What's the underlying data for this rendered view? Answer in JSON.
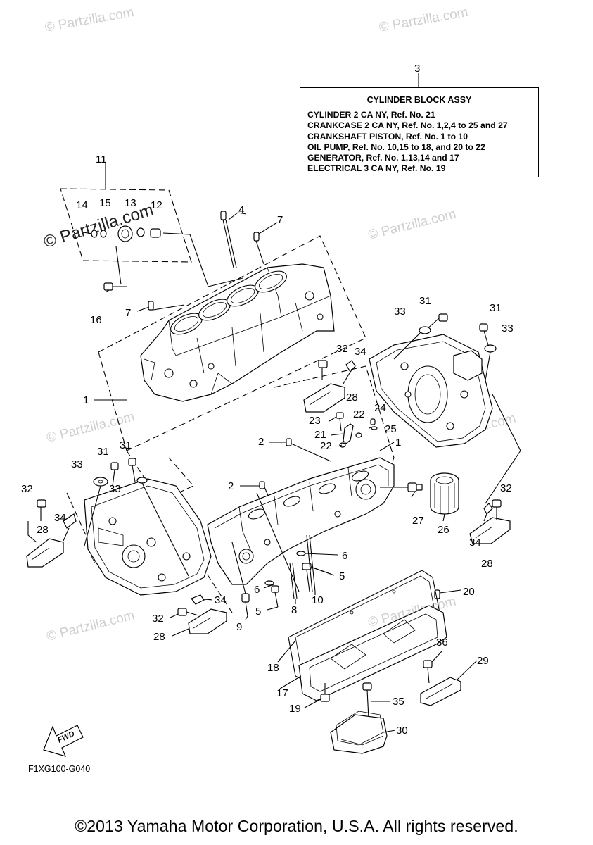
{
  "legend": {
    "ref": "3",
    "title": "CYLINDER BLOCK ASSY",
    "lines": [
      "CYLINDER 2 CA NY,  Ref. No. 21",
      "CRANKCASE 2 CA NY,  Ref. No. 1,2,4 to 25 and 27",
      "CRANKSHAFT PISTON, Ref. No. 1 to 10",
      "OIL PUMP,  Ref. No. 10,15 to 18, and 20 to 22",
      "GENERATOR, Ref. No. 1,13,14 and 17",
      "ELECTRICAL 3 CA NY, Ref. No. 19"
    ]
  },
  "callouts": [
    {
      "id": "c3",
      "text": "3"
    },
    {
      "id": "c11",
      "text": "11"
    },
    {
      "id": "c14",
      "text": "14"
    },
    {
      "id": "c15",
      "text": "15"
    },
    {
      "id": "c13",
      "text": "13"
    },
    {
      "id": "c12",
      "text": "12"
    },
    {
      "id": "c4",
      "text": "4"
    },
    {
      "id": "c7a",
      "text": "7"
    },
    {
      "id": "c7b",
      "text": "7"
    },
    {
      "id": "c16",
      "text": "16"
    },
    {
      "id": "c1a",
      "text": "1"
    },
    {
      "id": "c1b",
      "text": "1"
    },
    {
      "id": "c33a",
      "text": "33"
    },
    {
      "id": "c31a",
      "text": "31"
    },
    {
      "id": "c31b",
      "text": "31"
    },
    {
      "id": "c33b",
      "text": "33"
    },
    {
      "id": "c32a",
      "text": "32"
    },
    {
      "id": "c34a",
      "text": "34"
    },
    {
      "id": "c28a",
      "text": "28"
    },
    {
      "id": "c23",
      "text": "23"
    },
    {
      "id": "c22a",
      "text": "22"
    },
    {
      "id": "c24",
      "text": "24"
    },
    {
      "id": "c21",
      "text": "21"
    },
    {
      "id": "c25",
      "text": "25"
    },
    {
      "id": "c22b",
      "text": "22"
    },
    {
      "id": "c2a",
      "text": "2"
    },
    {
      "id": "c2b",
      "text": "2"
    },
    {
      "id": "c31c",
      "text": "31"
    },
    {
      "id": "c31d",
      "text": "31"
    },
    {
      "id": "c33c",
      "text": "33"
    },
    {
      "id": "c33d",
      "text": "33"
    },
    {
      "id": "c32b",
      "text": "32"
    },
    {
      "id": "c34b",
      "text": "34"
    },
    {
      "id": "c28b",
      "text": "28"
    },
    {
      "id": "c27",
      "text": "27"
    },
    {
      "id": "c26",
      "text": "26"
    },
    {
      "id": "c32c",
      "text": "32"
    },
    {
      "id": "c34c",
      "text": "34"
    },
    {
      "id": "c28c",
      "text": "28"
    },
    {
      "id": "c6a",
      "text": "6"
    },
    {
      "id": "c5a",
      "text": "5"
    },
    {
      "id": "c6b",
      "text": "6"
    },
    {
      "id": "c10",
      "text": "10"
    },
    {
      "id": "c8",
      "text": "8"
    },
    {
      "id": "c5b",
      "text": "5"
    },
    {
      "id": "c9",
      "text": "9"
    },
    {
      "id": "c34d",
      "text": "34"
    },
    {
      "id": "c32d",
      "text": "32"
    },
    {
      "id": "c28d",
      "text": "28"
    },
    {
      "id": "c20",
      "text": "20"
    },
    {
      "id": "c18",
      "text": "18"
    },
    {
      "id": "c36",
      "text": "36"
    },
    {
      "id": "c29",
      "text": "29"
    },
    {
      "id": "c17",
      "text": "17"
    },
    {
      "id": "c35",
      "text": "35"
    },
    {
      "id": "c19",
      "text": "19"
    },
    {
      "id": "c30",
      "text": "30"
    }
  ],
  "watermarks": [
    "© Partzilla.com"
  ],
  "fwd_label": "FWD",
  "figure_code": "F1XG100-G040",
  "copyright": "©2013 Yamaha Motor Corporation, U.S.A. All rights reserved."
}
